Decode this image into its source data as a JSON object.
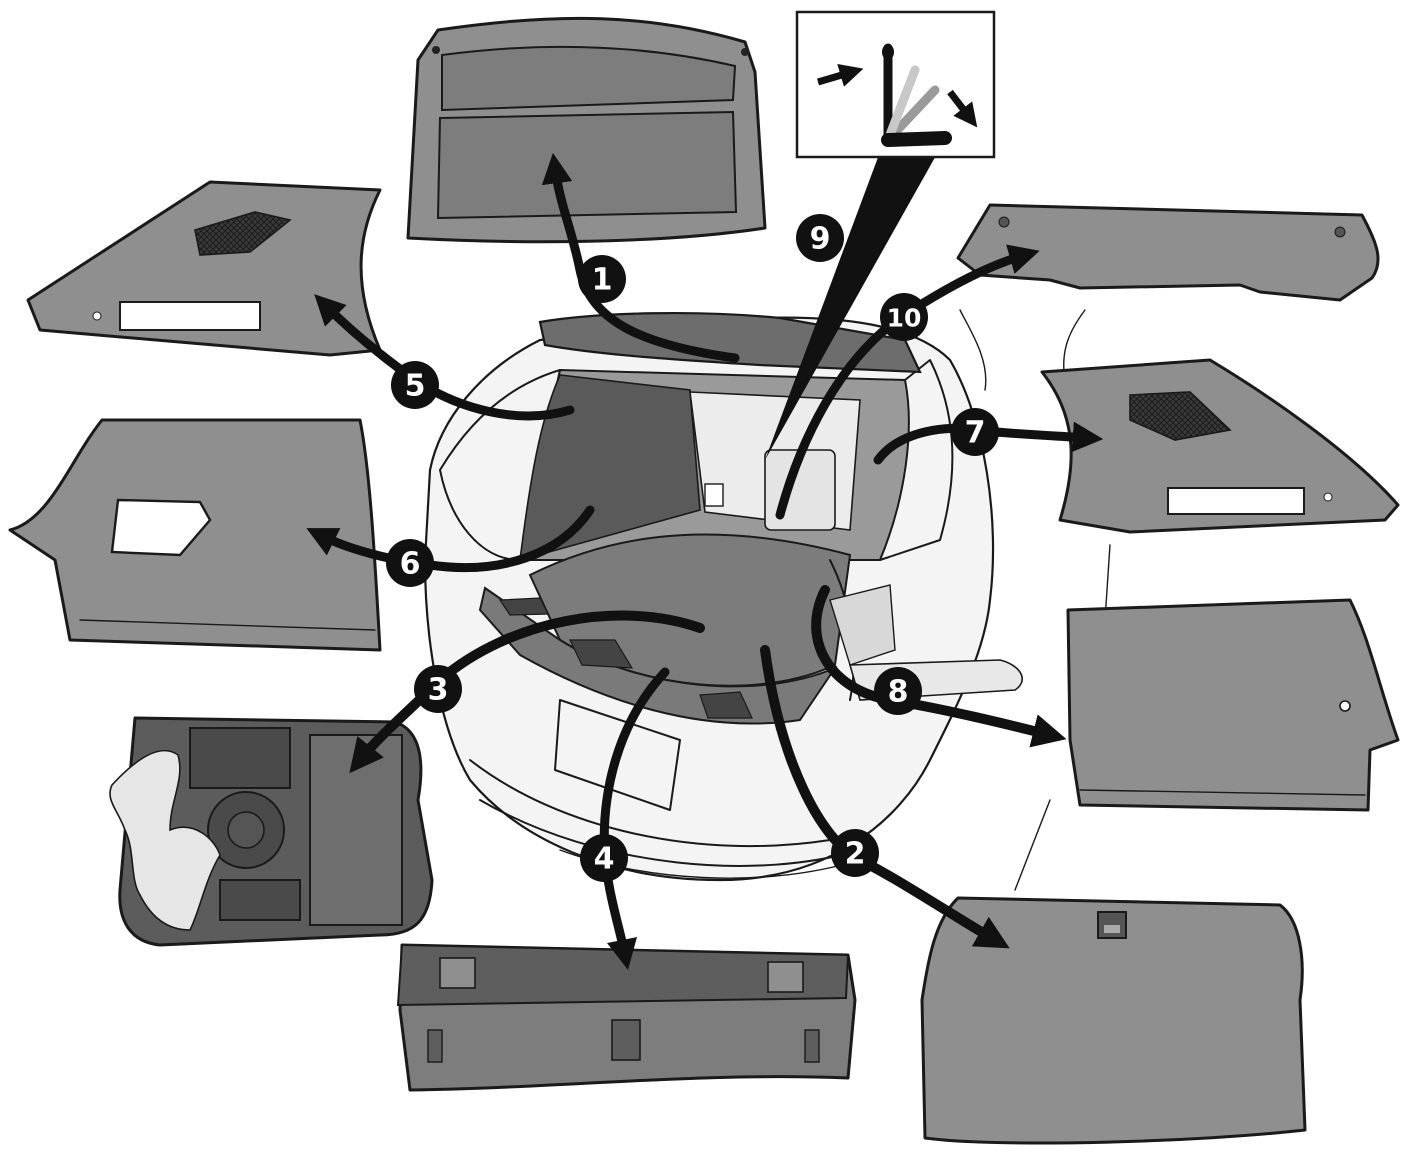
{
  "diagram": {
    "callouts": [
      {
        "id": "1",
        "label": "1"
      },
      {
        "id": "2",
        "label": "2"
      },
      {
        "id": "3",
        "label": "3"
      },
      {
        "id": "4",
        "label": "4"
      },
      {
        "id": "5",
        "label": "5"
      },
      {
        "id": "6",
        "label": "6"
      },
      {
        "id": "7",
        "label": "7"
      },
      {
        "id": "8",
        "label": "8"
      },
      {
        "id": "9",
        "label": "9"
      },
      {
        "id": "10",
        "label": "10"
      }
    ],
    "colors": {
      "part_fill": "#8f8f8f",
      "part_dark": "#5c5c5c",
      "outline": "#1a1a1a",
      "badge": "#111111",
      "car_body": "#f4f4f4"
    }
  }
}
